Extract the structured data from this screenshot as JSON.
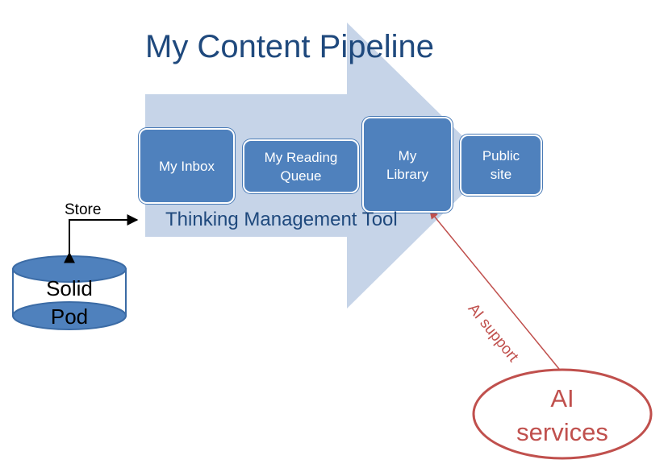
{
  "title": "My Content Pipeline",
  "stages": [
    {
      "id": "inbox",
      "label": "My Inbox"
    },
    {
      "id": "reading-queue",
      "label": "My Reading Queue"
    },
    {
      "id": "library",
      "label": "My Library"
    },
    {
      "id": "public-site",
      "label": "Public site"
    }
  ],
  "tool_label": "Thinking Management Tool",
  "store_label": "Store",
  "pod": {
    "line1": "Solid",
    "line2": "Pod"
  },
  "ai_support_label": "AI support",
  "ai_services": {
    "line1": "AI",
    "line2": "services"
  },
  "colors": {
    "title": "#1f497d",
    "big_arrow": "#c6d4e8",
    "box_fill": "#4f81bd",
    "box_text": "#ffffff",
    "ai_accent": "#c0504d",
    "store_arrow": "#000000"
  }
}
